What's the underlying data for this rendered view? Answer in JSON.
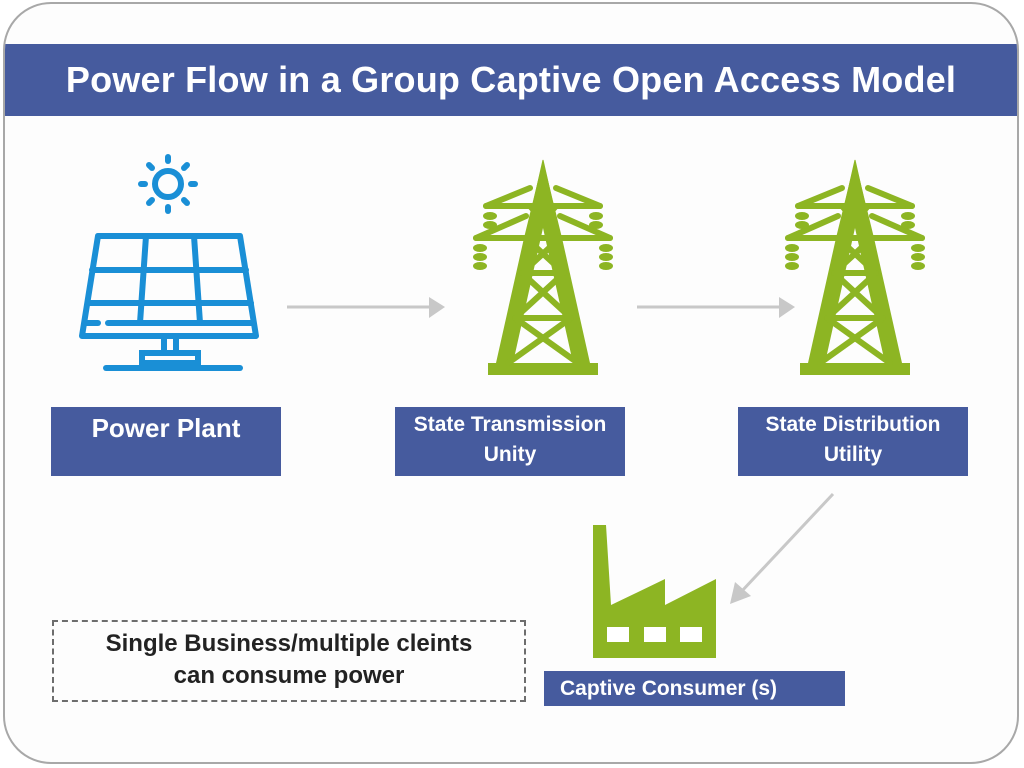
{
  "title": "Power Flow in a Group Captive Open Access Model",
  "colors": {
    "header_bg": "#465b9e",
    "solar_blue": "#1a8fd6",
    "tower_green": "#8db523",
    "arrow_gray": "#c8c8c8"
  },
  "nodes": {
    "power_plant": {
      "label": "Power Plant",
      "icon": "solar-panel-icon"
    },
    "transmission": {
      "label_line1": "State Transmission",
      "label_line2": "Unity",
      "icon": "transmission-tower-icon"
    },
    "distribution": {
      "label_line1": "State Distribution",
      "label_line2": "Utility",
      "icon": "transmission-tower-icon"
    },
    "consumer": {
      "label": "Captive Consumer (s)",
      "icon": "factory-icon"
    }
  },
  "edges": [
    {
      "from": "power_plant",
      "to": "transmission"
    },
    {
      "from": "transmission",
      "to": "distribution"
    },
    {
      "from": "distribution",
      "to": "consumer"
    }
  ],
  "note": {
    "line1": "Single Business/multiple cleints",
    "line2": "can consume power"
  }
}
